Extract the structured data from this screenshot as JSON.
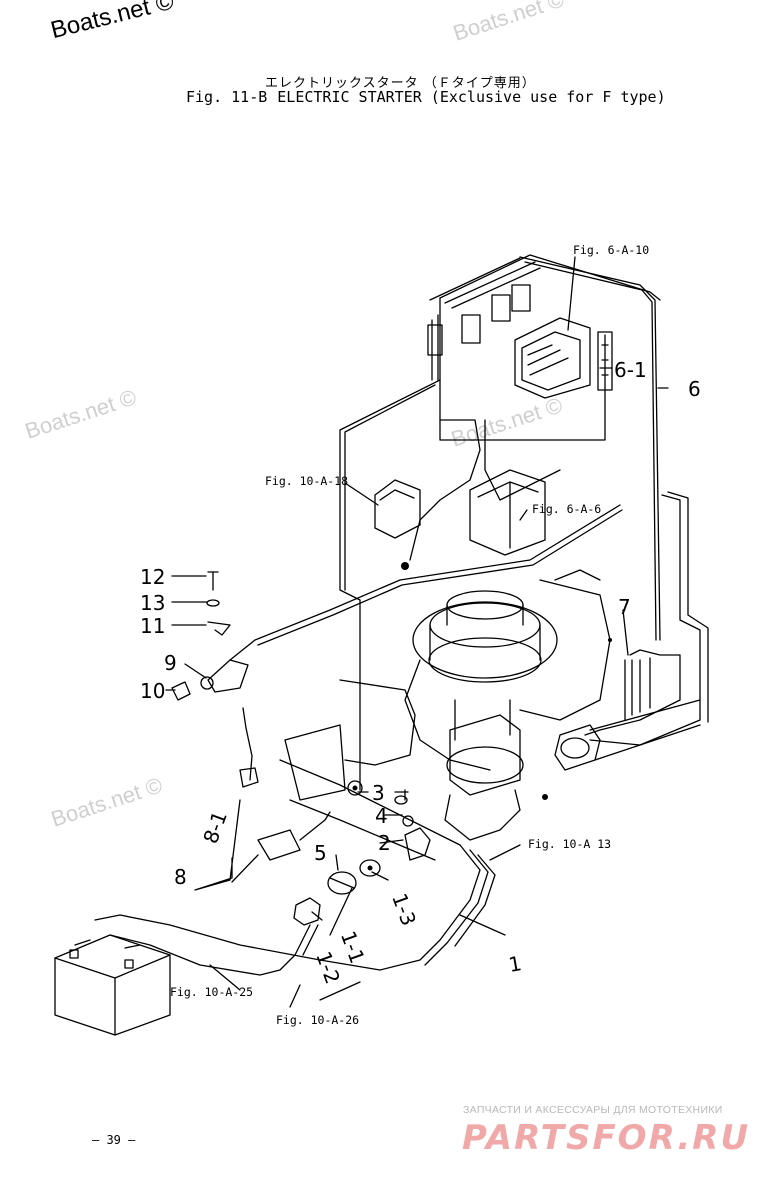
{
  "watermarks": {
    "main": "Boats.net ©",
    "faint": [
      "Boats.net ©",
      "Boats.net ©",
      "Boats.net ©",
      "Boats.net ©"
    ]
  },
  "header": {
    "japanese": "エレクトリックスタータ （Ｆタイプ専用）",
    "fig_number": "Fig. 11-B",
    "title": "ELECTRIC STARTER (Exclusive use for F type)"
  },
  "refs": {
    "fig_6_a_10": "Fig. 6-A-10",
    "fig_10_a_18": "Fig. 10-A-18",
    "fig_6_a_6": "Fig. 6-A-6",
    "fig_10_a_13": "Fig. 10-A 13",
    "fig_10_a_25": "Fig. 10-A-25",
    "fig_10_a_26": "Fig. 10-A-26"
  },
  "parts": {
    "p1": "1",
    "p1_1": "1-1",
    "p1_2": "1-2",
    "p1_3": "1-3",
    "p2": "2",
    "p3": "3",
    "p4": "4",
    "p5": "5",
    "p6": "6",
    "p6_1": "6-1",
    "p7": "7",
    "p8": "8",
    "p8_1": "8-1",
    "p9": "9",
    "p10": "10",
    "p11": "11",
    "p12": "12",
    "p13": "13"
  },
  "footer": {
    "page": "— 39 —",
    "brand_tagline": "ЗАПЧАСТИ И АКСЕССУАРЫ ДЛЯ МОТОТЕХНИКИ",
    "brand_name": "PARTSFOR.RU"
  },
  "colors": {
    "ink": "#000000",
    "watermark": "#cfcfcf",
    "brand": "#f0a8a8"
  }
}
